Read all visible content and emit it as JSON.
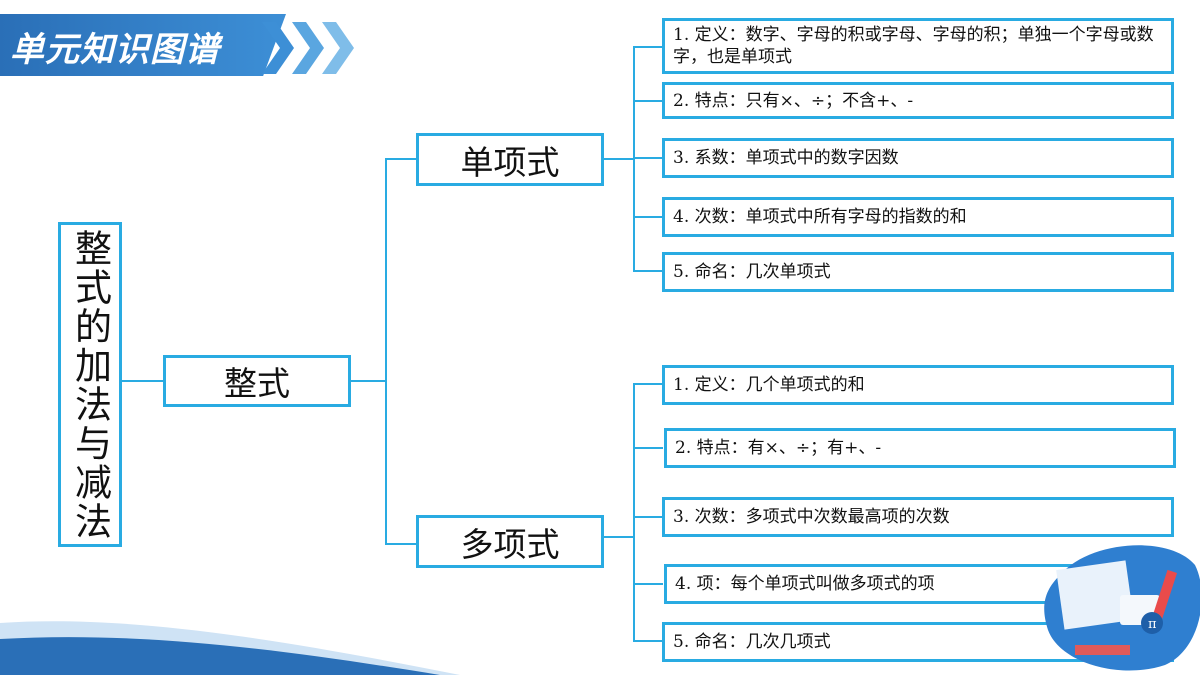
{
  "header": {
    "title": "单元知识图谱"
  },
  "root": {
    "label": "整式的加法与减法"
  },
  "center": {
    "label": "整式"
  },
  "branches": [
    {
      "label": "单项式",
      "items": [
        "1. 定义：数字、字母的积或字母、字母的积；单独一个字母或数字，也是单项式",
        "2. 特点：只有×、÷；不含+、-",
        "3. 系数：单项式中的数字因数",
        "4. 次数：单项式中所有字母的指数的和",
        "5. 命名：几次单项式"
      ]
    },
    {
      "label": "多项式",
      "items": [
        "1. 定义：几个单项式的和",
        "2. 特点：有×、÷；有+、-",
        "3. 次数：多项式中次数最高项的次数",
        "4. 项：每个单项式叫做多项式的项",
        "5. 命名：几次几项式"
      ]
    }
  ],
  "colors": {
    "accent": "#29abe2",
    "banner": "#2a6fb7"
  }
}
